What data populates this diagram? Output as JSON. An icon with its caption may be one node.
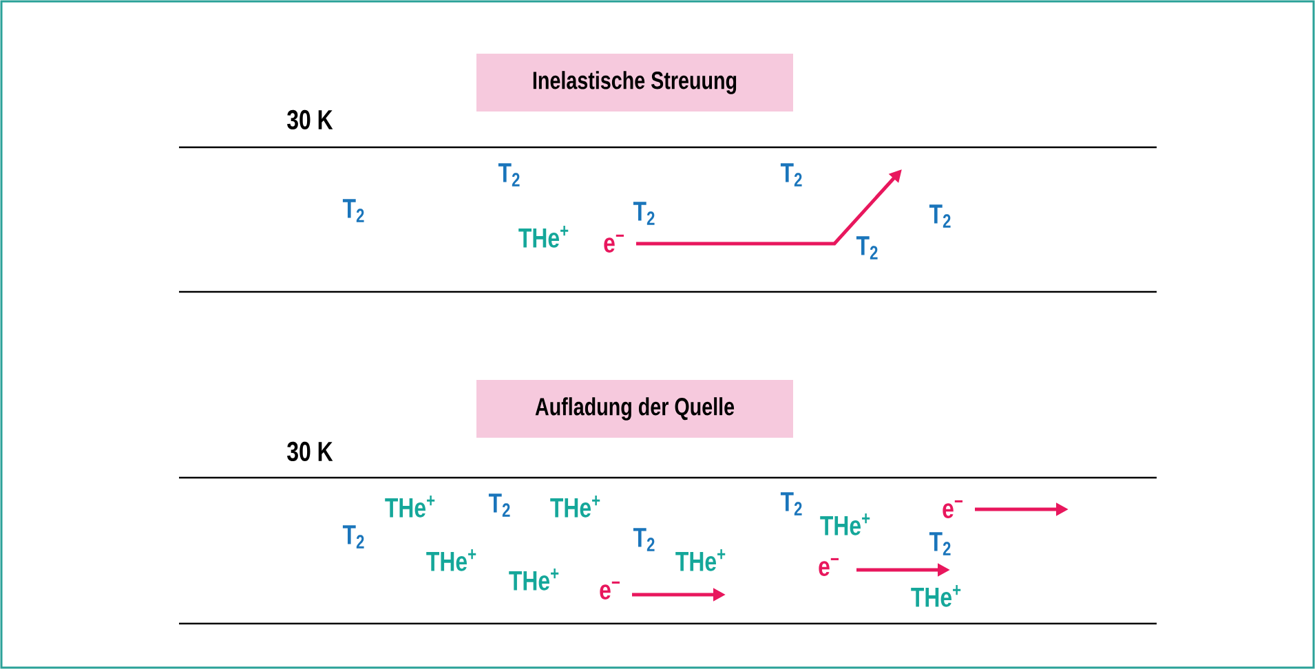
{
  "diagram": {
    "nodes": [
      {
        "text": [
          "Inelastische Streuung"
        ]
      },
      {
        "text": [
          "Aufladung der Quelle"
        ]
      }
    ],
    "labels": [
      "30 K",
      "T$_{2}$",
      "T$_{2}$",
      "T$_{2}$",
      "T$_{2}$",
      "T$_{2}$",
      "THe$^{+}$",
      "e$^{−}$",
      "T$_{2}$",
      "30 K",
      "THe$^{+}$",
      "T$_{2}$",
      "THe$^{+}$",
      "T$_{2}$",
      "e$^{−}$",
      "THe$^{+}$",
      "T$_{2}$",
      "T$_{2}$",
      "T$_{2}$",
      "THe$^{+}$",
      "THe$^{+}$",
      "e$^{−}$",
      "THe$^{+}$",
      "e$^{−}$",
      "THe$^{+}$"
    ]
  }
}
